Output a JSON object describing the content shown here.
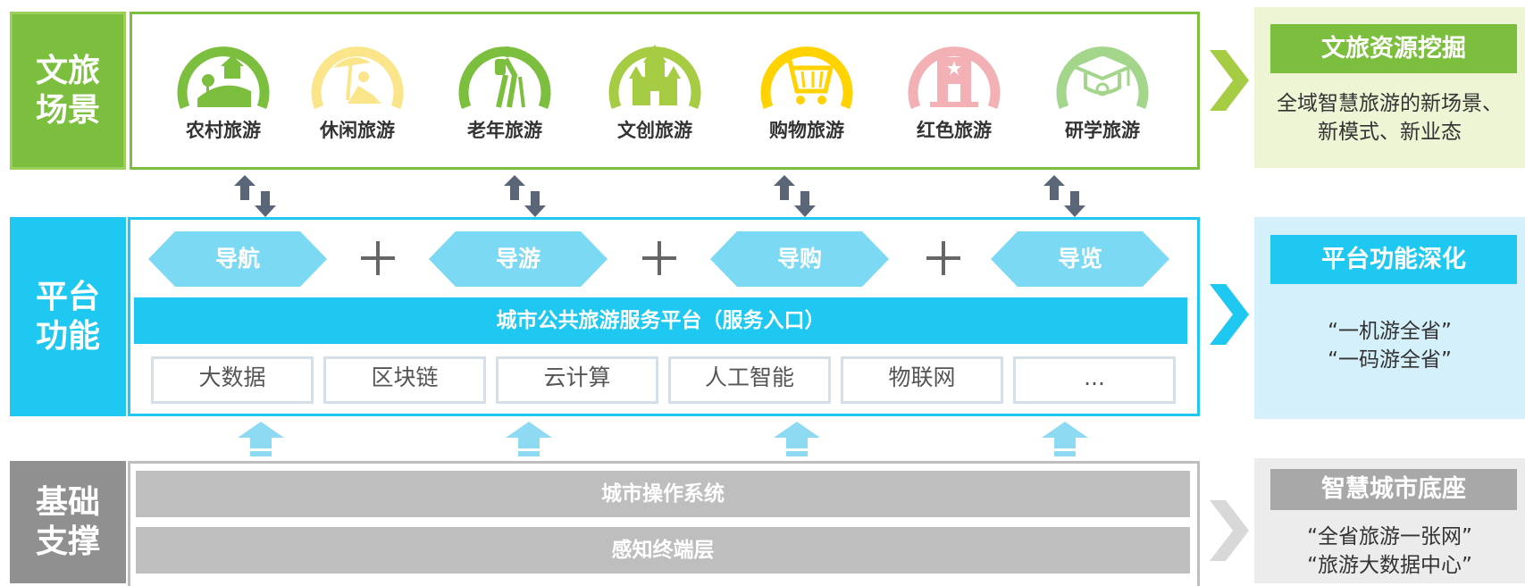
{
  "rows": {
    "scene": {
      "label_line1": "文旅",
      "label_line2": "场景",
      "items": [
        {
          "label": "农村旅游",
          "icon": "rural-tourism-icon"
        },
        {
          "label": "休闲旅游",
          "icon": "leisure-tourism-icon"
        },
        {
          "label": "老年旅游",
          "icon": "senior-tourism-icon"
        },
        {
          "label": "文创旅游",
          "icon": "cultural-creative-tourism-icon"
        },
        {
          "label": "购物旅游",
          "icon": "shopping-cart-icon"
        },
        {
          "label": "红色旅游",
          "icon": "red-tourism-building-icon"
        },
        {
          "label": "研学旅游",
          "icon": "graduation-cap-icon"
        }
      ]
    },
    "platform": {
      "label_line1": "平台",
      "label_line2": "功能",
      "guides": [
        "导航",
        "导游",
        "导购",
        "导览"
      ],
      "plus": "+",
      "banner": "城市公共旅游服务平台（服务入口）",
      "tech": [
        "大数据",
        "区块链",
        "云计算",
        "人工智能",
        "物联网",
        "..."
      ]
    },
    "base": {
      "label_line1": "基础",
      "label_line2": "支撑",
      "bars": [
        "城市操作系统",
        "感知终端层"
      ]
    }
  },
  "side": {
    "scene": {
      "title": "文旅资源挖掘",
      "desc_line1": "全域智慧旅游的新场景、",
      "desc_line2": "新模式、新业态"
    },
    "platform": {
      "title": "平台功能深化",
      "desc_line1": "“一机游全省”",
      "desc_line2": "“一码游全省”"
    },
    "base": {
      "title": "智慧城市底座",
      "desc_line1": "“全省旅游一张网”",
      "desc_line2": "“旅游大数据中心”"
    }
  },
  "colors": {
    "green": "#7cbf3f",
    "green_dark": "#6ab42d",
    "yellow": "#fbe58a",
    "lime": "#a6cc44",
    "shop_yellow": "#ffd200",
    "pink": "#f4b1b5",
    "light_green": "#a3d58a",
    "cyan": "#1ec8f0",
    "hex_cyan": "#7bd9f4",
    "gray": "#bebebe",
    "gray_label": "#909090",
    "arrow_dark": "#5a6578",
    "arrow_light": "#8fdaf3"
  }
}
